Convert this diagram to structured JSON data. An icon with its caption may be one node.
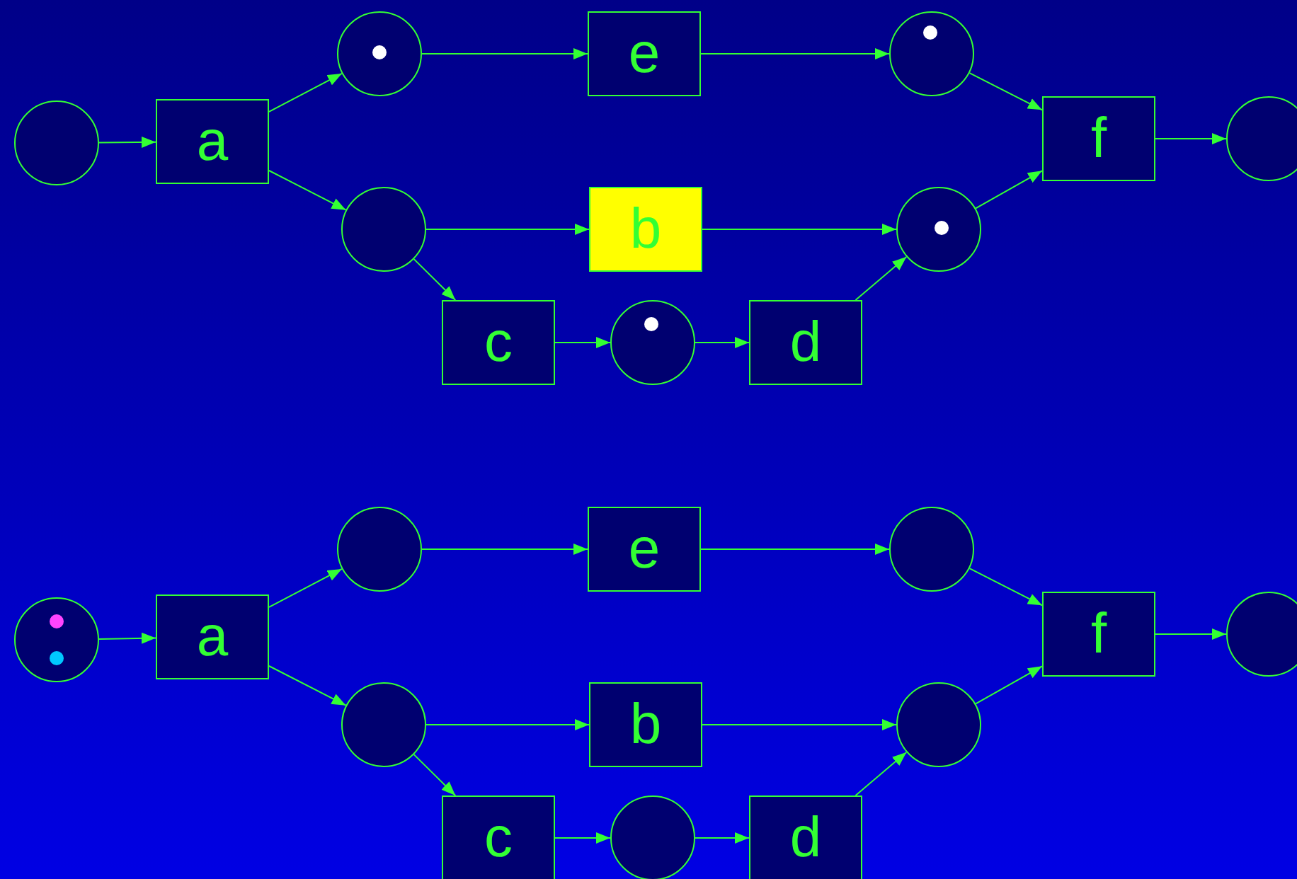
{
  "diagram": {
    "nodes": [
      {
        "text": [],
        "shape": "circle"
      },
      {
        "text": [
          "a"
        ]
      },
      {
        "text": [],
        "shape": "circle"
      },
      {
        "text": [],
        "shape": "dot",
        "in": 2
      },
      {
        "text": [],
        "shape": "circle"
      },
      {
        "text": [
          "e"
        ]
      },
      {
        "text": [
          "b"
        ]
      },
      {
        "text": [
          "c"
        ]
      },
      {
        "text": [],
        "shape": "circle"
      },
      {
        "text": [],
        "shape": "dot",
        "in": 8
      },
      {
        "text": [
          "d"
        ]
      },
      {
        "text": [],
        "shape": "circle"
      },
      {
        "text": [],
        "shape": "dot",
        "in": 11
      },
      {
        "text": [],
        "shape": "circle"
      },
      {
        "text": [],
        "shape": "dot",
        "in": 13
      },
      {
        "text": [
          "f"
        ]
      },
      {
        "text": [],
        "shape": "circle"
      },
      {
        "text": [],
        "shape": "circle"
      },
      {
        "text": [],
        "shape": "dot",
        "in": 17
      },
      {
        "text": [],
        "shape": "dot",
        "in": 17
      },
      {
        "text": [
          "a"
        ]
      },
      {
        "text": [],
        "shape": "circle"
      },
      {
        "text": [],
        "shape": "circle"
      },
      {
        "text": [
          "e"
        ]
      },
      {
        "text": [
          "b"
        ]
      },
      {
        "text": [
          "c"
        ]
      },
      {
        "text": [],
        "shape": "circle"
      },
      {
        "text": [
          "d"
        ]
      },
      {
        "text": [],
        "shape": "circle"
      },
      {
        "text": [],
        "shape": "circle"
      },
      {
        "text": [
          "f"
        ]
      },
      {
        "text": [],
        "shape": "circle"
      }
    ],
    "edges": [
      {
        "from": 0,
        "to": 1,
        "arrow": "to"
      },
      {
        "from": 1,
        "to": 2,
        "arrow": "to"
      },
      {
        "from": 1,
        "to": 4,
        "arrow": "to"
      },
      {
        "from": 2,
        "to": 5,
        "arrow": "to"
      },
      {
        "from": 5,
        "to": 11,
        "arrow": "to"
      },
      {
        "from": 4,
        "to": 6,
        "arrow": "to"
      },
      {
        "from": 6,
        "to": 13,
        "arrow": "to"
      },
      {
        "from": 4,
        "to": 7,
        "arrow": "to"
      },
      {
        "from": 7,
        "to": 8,
        "arrow": "to"
      },
      {
        "from": 8,
        "to": 10,
        "arrow": "to"
      },
      {
        "from": 10,
        "to": 13,
        "arrow": "to"
      },
      {
        "from": 11,
        "to": 15,
        "arrow": "to"
      },
      {
        "from": 13,
        "to": 15,
        "arrow": "to"
      },
      {
        "from": 15,
        "to": 16,
        "arrow": "to"
      },
      {
        "from": 17,
        "to": 20,
        "arrow": "to"
      },
      {
        "from": 20,
        "to": 21,
        "arrow": "to"
      },
      {
        "from": 20,
        "to": 22,
        "arrow": "to"
      },
      {
        "from": 21,
        "to": 23,
        "arrow": "to"
      },
      {
        "from": 23,
        "to": 28,
        "arrow": "to"
      },
      {
        "from": 22,
        "to": 24,
        "arrow": "to"
      },
      {
        "from": 24,
        "to": 29,
        "arrow": "to"
      },
      {
        "from": 22,
        "to": 25,
        "arrow": "to"
      },
      {
        "from": 25,
        "to": 26,
        "arrow": "to"
      },
      {
        "from": 26,
        "to": 27,
        "arrow": "to"
      },
      {
        "from": 27,
        "to": 29,
        "arrow": "to"
      },
      {
        "from": 28,
        "to": 30,
        "arrow": "to"
      },
      {
        "from": 29,
        "to": 30,
        "arrow": "to"
      },
      {
        "from": 30,
        "to": 31,
        "arrow": "to"
      }
    ]
  }
}
